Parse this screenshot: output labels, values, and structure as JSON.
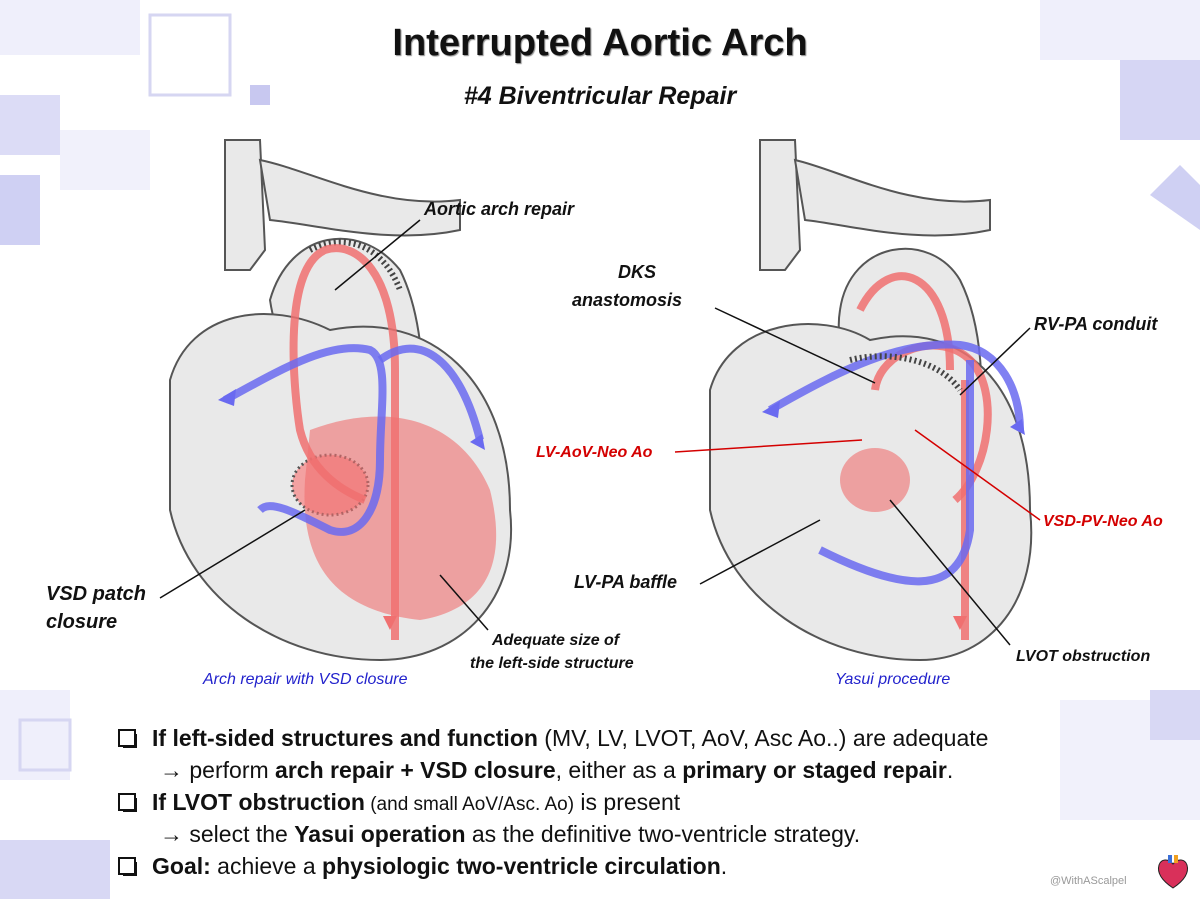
{
  "header": {
    "title": "Interrupted Aortic Arch",
    "subtitle": "#4 Biventricular Repair"
  },
  "left_figure": {
    "labels": {
      "aortic_arch_repair": "Aortic arch repair",
      "vsd_patch_line1": "VSD patch",
      "vsd_patch_line2": "closure",
      "adequate_line1": "Adequate size of",
      "adequate_line2": "the left-side structure"
    },
    "caption": "Arch repair with VSD closure"
  },
  "right_figure": {
    "labels": {
      "dks_line1": "DKS",
      "dks_line2": "anastomosis",
      "rv_pa": "RV-PA conduit",
      "lv_aov": "LV-AoV-Neo Ao",
      "vsd_pv": "VSD-PV-Neo Ao",
      "lv_pa": "LV-PA baffle",
      "lvot": "LVOT obstruction"
    },
    "caption": "Yasui procedure"
  },
  "bullets": {
    "b1_bold": "If left-sided structures and function",
    "b1_rest": " (MV, LV, LVOT, AoV, Asc Ao..) are adequate",
    "b1_l2_pre": "→ perform ",
    "b1_l2_bold1": "arch repair + VSD closure",
    "b1_l2_mid": ", either as a ",
    "b1_l2_bold2": "primary or staged repair",
    "b1_l2_end": ".",
    "b2_bold": "If LVOT obstruction",
    "b2_small": " (and small AoV/Asc. Ao)",
    "b2_rest": " is present",
    "b2_l2_pre": "→ select the ",
    "b2_l2_bold": "Yasui operation",
    "b2_l2_rest": " as the definitive two-ventricle strategy.",
    "b3_bold1": "Goal:",
    "b3_mid": " achieve a ",
    "b3_bold2": "physiologic two-ventricle circulation",
    "b3_end": "."
  },
  "credit": "@WithAScalpel",
  "colors": {
    "oxygenated": "#f07070",
    "deoxygenated": "#6a6af0",
    "red_label": "#d40000",
    "caption_blue": "#2222cc",
    "deco_lavender": "#d8d8f4"
  }
}
